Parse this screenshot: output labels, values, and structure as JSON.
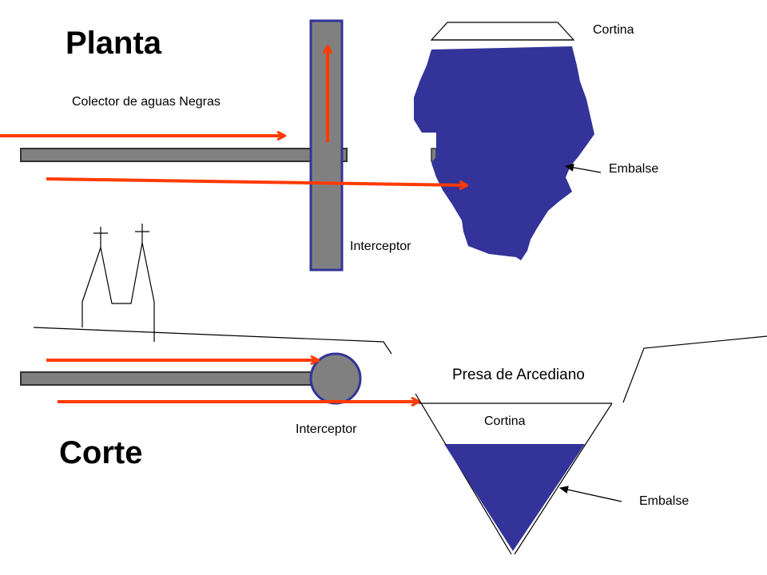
{
  "planta": {
    "title": "Planta",
    "collector_label": "Colector de aguas Negras",
    "interceptor_label": "Interceptor",
    "cortina_label": "Cortina",
    "embalse_label": "Embalse"
  },
  "corte": {
    "title": "Corte",
    "interceptor_label": "Interceptor",
    "dam_name": "Presa de Arcediano",
    "cortina_label": "Cortina",
    "embalse_label": "Embalse"
  },
  "colors": {
    "flow_arrow": "#ff3a00",
    "reservoir": "#333399",
    "pipe_fill": "#808080",
    "pipe_stroke": "#333399"
  }
}
